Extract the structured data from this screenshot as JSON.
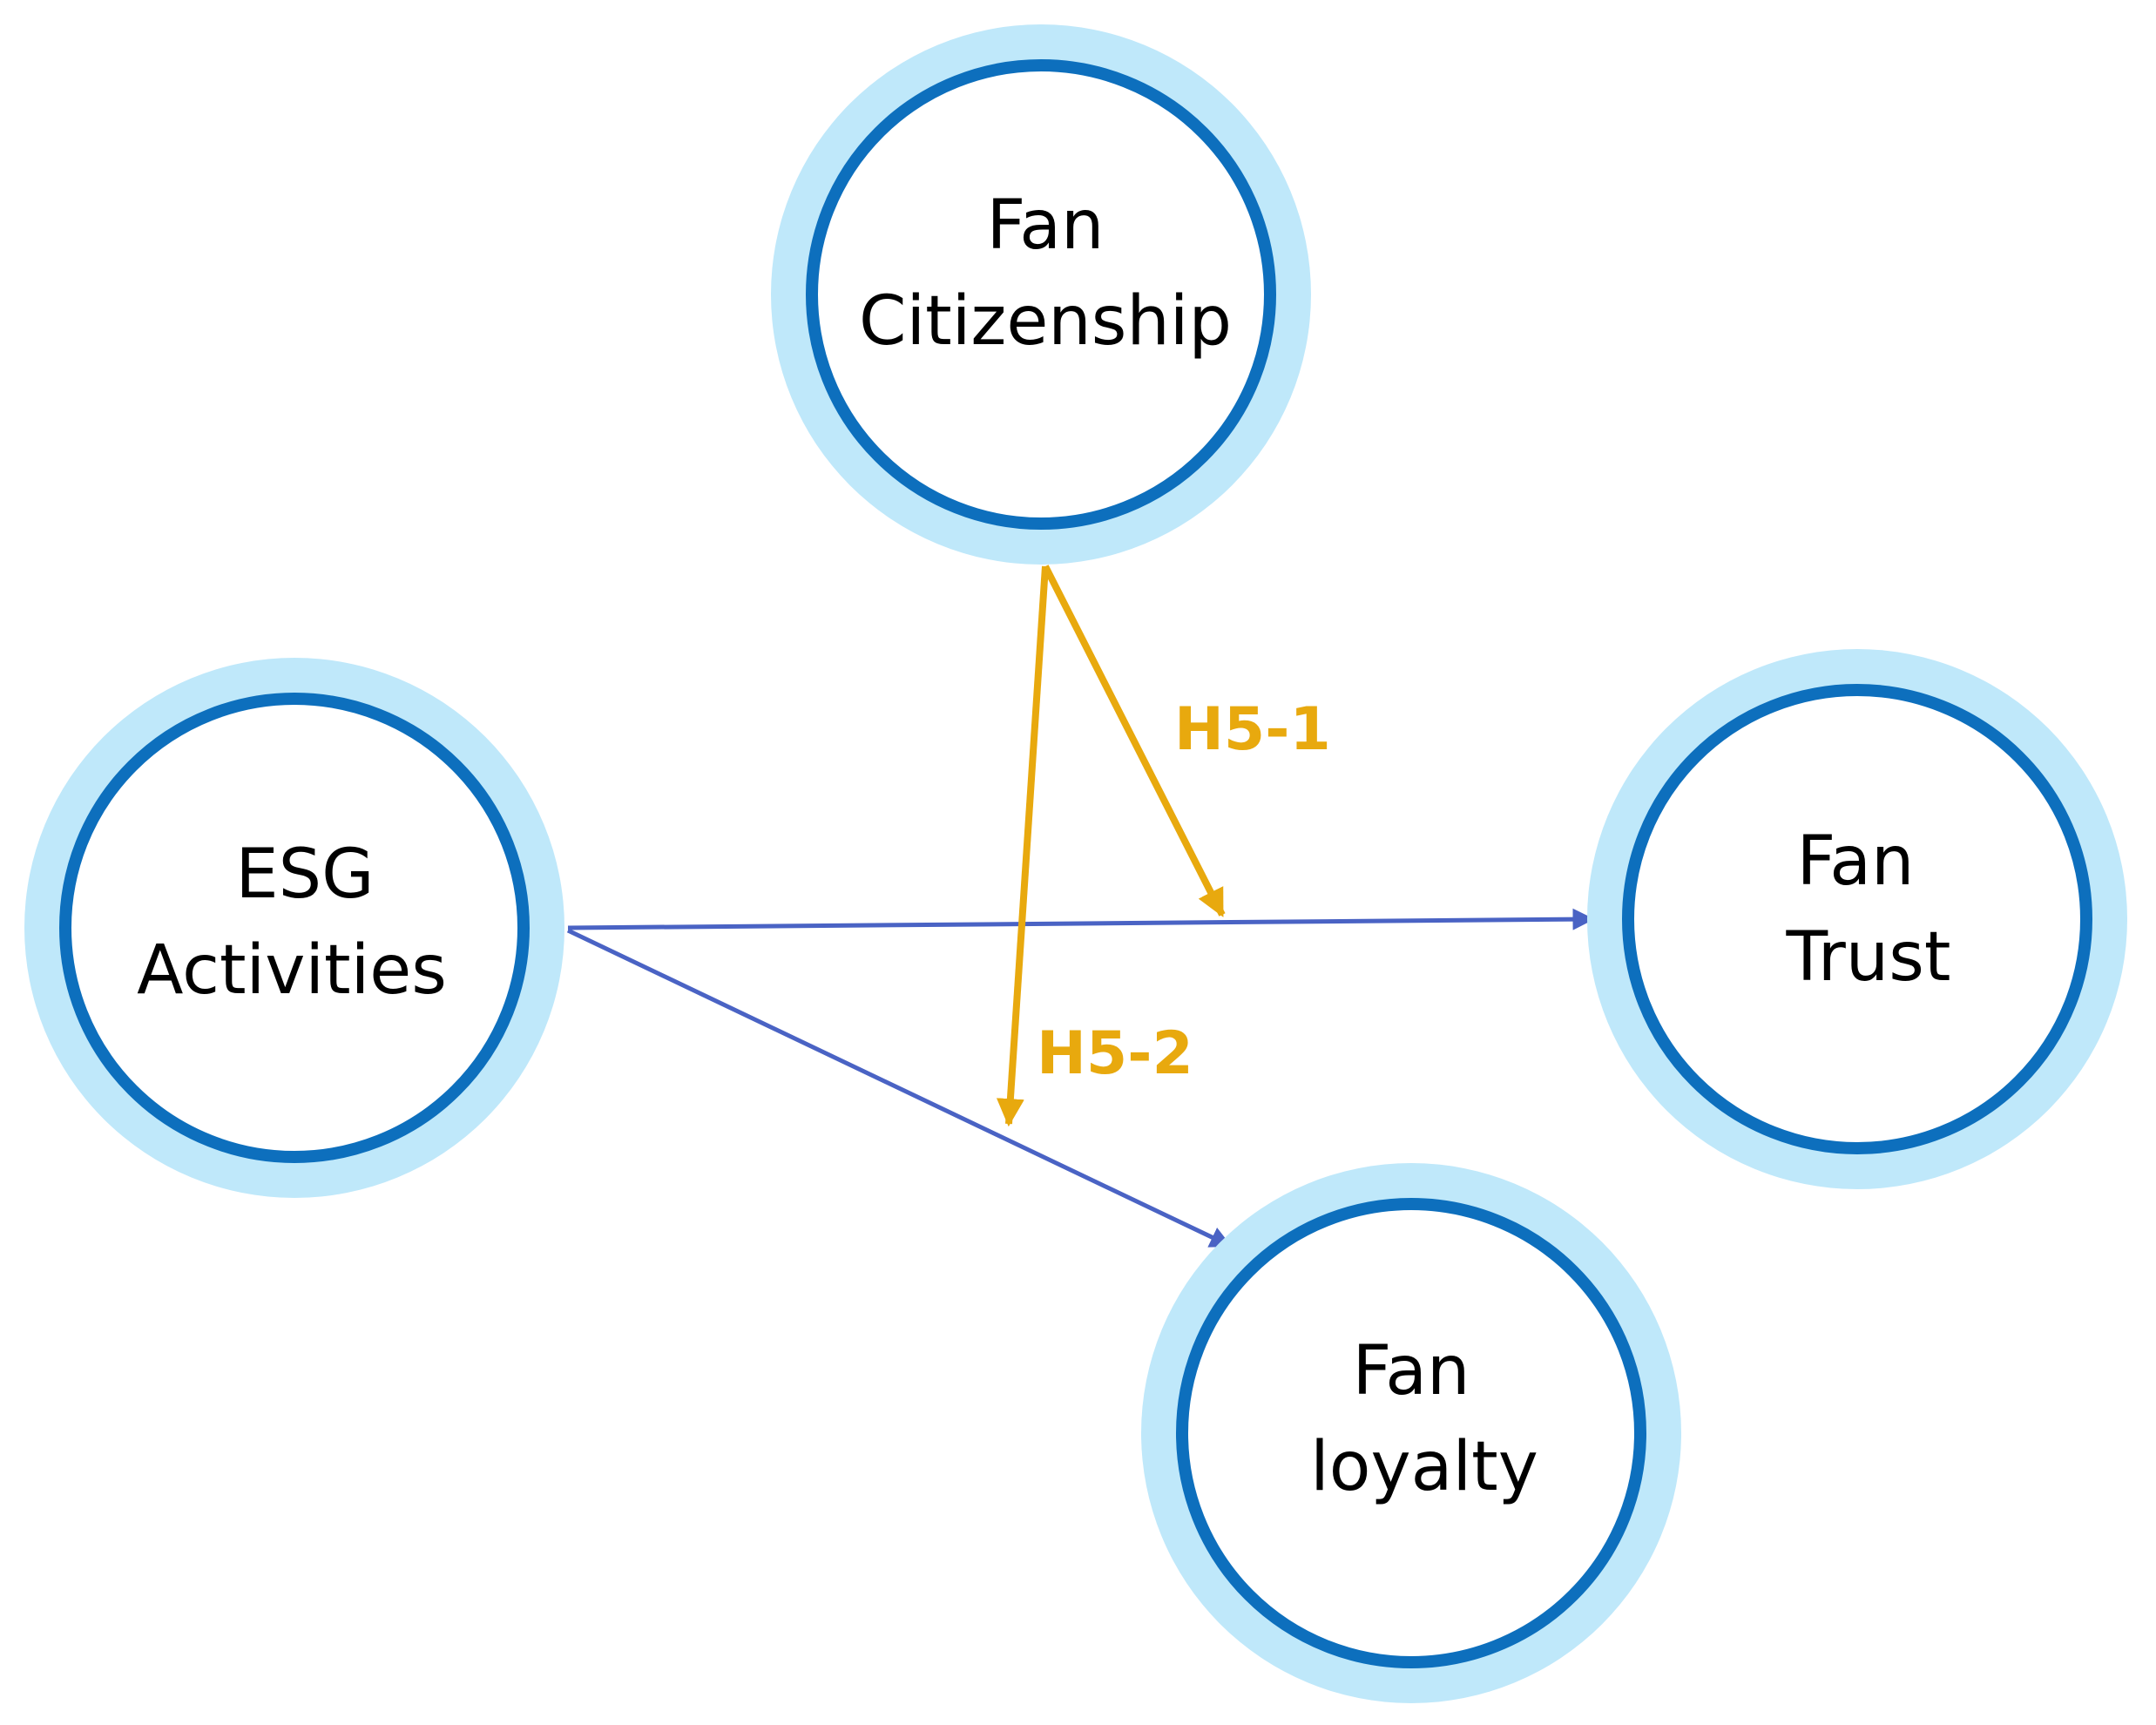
{
  "colors": {
    "node_halo": "#bfe8fa",
    "node_ring": "#0d6fbd",
    "node_fill": "#ffffff",
    "direct_path": "#4a63c4",
    "moderation_path": "#e8a90e"
  },
  "nodes": {
    "citizenship": {
      "line1": "Fan",
      "line2": "Citizenship"
    },
    "esg": {
      "line1": "ESG",
      "line2": "Activities"
    },
    "trust": {
      "line1": "Fan",
      "line2": "Trust"
    },
    "loyalty": {
      "line1": "Fan",
      "line2": "loyalty"
    }
  },
  "hypotheses": {
    "h5_1": "H5-1",
    "h5_2": "H5-2"
  }
}
